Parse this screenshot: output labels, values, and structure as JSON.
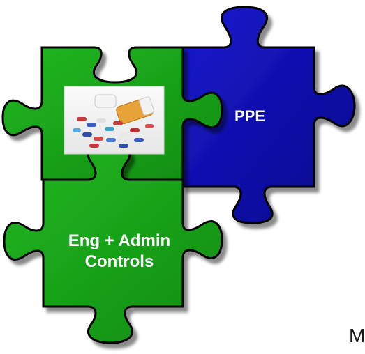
{
  "pieces": {
    "ppe": {
      "label": "PPE",
      "fill": "#0a0aa8",
      "stroke": "#000000"
    },
    "engineering_admin": {
      "label_line1": "Eng + Admin",
      "label_line2": "Controls",
      "fill": "#16a116",
      "stroke": "#000000"
    },
    "medication": {
      "fill": "#16a116",
      "stroke": "#000000",
      "image": "pills-photo"
    }
  },
  "trailing_text": "M"
}
